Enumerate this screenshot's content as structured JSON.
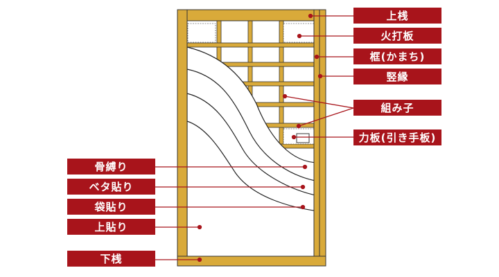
{
  "colors": {
    "label_bg": "#a8141b",
    "frame": "#d9aa3a",
    "leader": "#a8141b"
  },
  "labels_right": [
    {
      "text": "上桟"
    },
    {
      "text": "火打板"
    },
    {
      "text": "框(かまち)"
    },
    {
      "text": "竪縁"
    },
    {
      "text": "組み子"
    },
    {
      "text": "力板(引き手板)"
    }
  ],
  "labels_left": [
    {
      "text": "骨縛り"
    },
    {
      "text": "ベタ貼り"
    },
    {
      "text": "袋貼り"
    },
    {
      "text": "上貼り"
    },
    {
      "text": "下桟"
    }
  ]
}
